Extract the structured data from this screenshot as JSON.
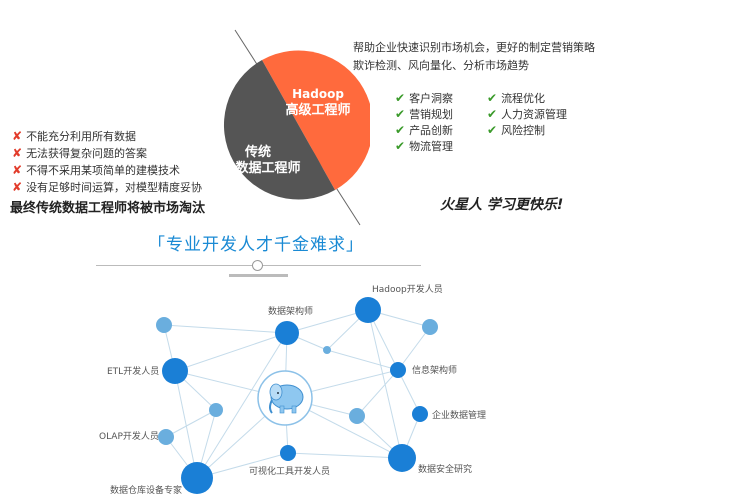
{
  "intro": {
    "line1": "帮助企业快速识别市场机会，更好的制定营销策略",
    "line2": "欺诈检测、风向量化、分析市场趋势"
  },
  "circle": {
    "hadoop_title": "Hadoop",
    "hadoop_sub": "高级工程师",
    "trad_title": "传统",
    "trad_sub": "数据工程师"
  },
  "benefits": {
    "left": [
      "客户洞察",
      "营销规划",
      "产品创新",
      "物流管理"
    ],
    "right": [
      "流程优化",
      "人力资源管理",
      "风险控制"
    ]
  },
  "problems": [
    "不能充分利用所有数据",
    "无法获得复杂问题的答案",
    "不得不采用某项简单的建模技术",
    "没有足够时间运算，对模型精度妥协"
  ],
  "conclusion": "最终传统数据工程师将被市场淘汰",
  "slogan": "火星人 学习更快乐!",
  "headline": "「专业开发人才千金难求」",
  "network": {
    "labels": {
      "hadoop_dev": "Hadoop开发人员",
      "architect": "数据架构师",
      "etl": "ETL开发人员",
      "info_arch": "信息架构师",
      "enterprise": "企业数据管理",
      "olap": "OLAP开发人员",
      "visual": "可视化工具开发人员",
      "security": "数据安全研究",
      "warehouse": "数据仓库设备专家"
    }
  },
  "colors": {
    "orange": "#ff6a3d",
    "dark": "#555555",
    "blue": "#1a7fd6",
    "light_blue": "#6aaede",
    "check": "#3a9a2a",
    "cross": "#e23b2a"
  }
}
